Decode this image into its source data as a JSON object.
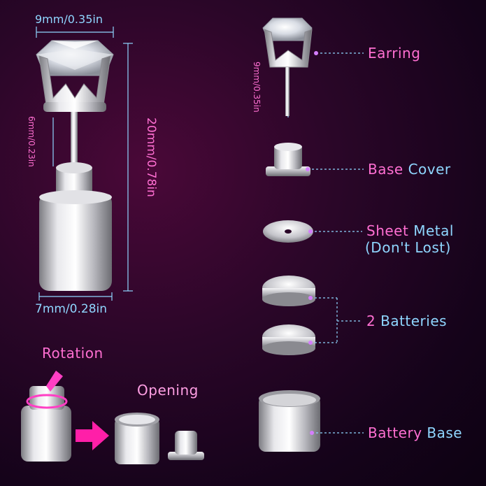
{
  "dimensions": {
    "top_width": "9mm/0.35in",
    "height_total": "20mm/0.78in",
    "post_length": "6mm/0.23in",
    "base_width": "7mm/0.28in",
    "earring_post": "9mm/0.35in"
  },
  "labels": {
    "earring": "Earring",
    "base_cover_a": "Base",
    "base_cover_b": "Cover",
    "sheet_metal_a": "Sheet",
    "sheet_metal_b": "Metal",
    "sheet_metal_note": "(Don't Lost)",
    "batteries_a": "2",
    "batteries_b": "Batteries",
    "battery_base_a": "Battery",
    "battery_base_b": "Base",
    "rotation": "Rotation",
    "opening": "Opening"
  },
  "colors": {
    "accent_pink": "#ff3fc4",
    "accent_blue": "#7fd0ff",
    "metal": "#c8c8cc",
    "arrow": "#ff1fa8"
  }
}
